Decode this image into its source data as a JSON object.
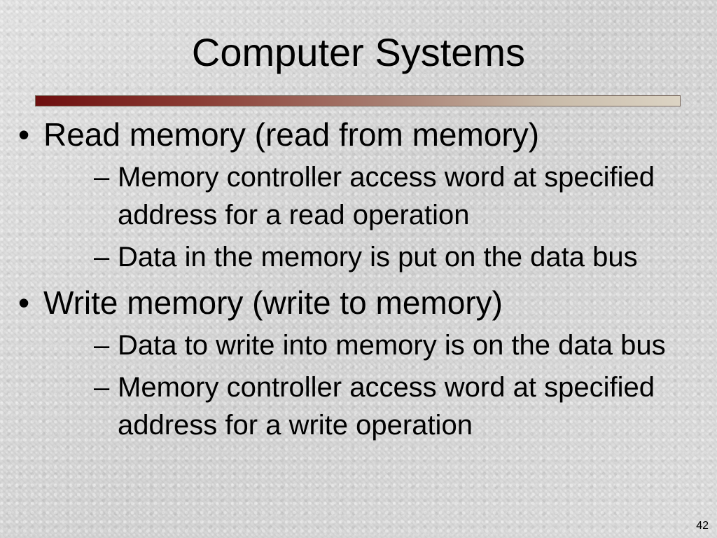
{
  "slide": {
    "title": "Computer Systems",
    "bullets": [
      {
        "marker": "•",
        "text": "Read memory (read from memory)",
        "subitems": [
          {
            "marker": "–",
            "text": "Memory controller access word at specified address for a read operation"
          },
          {
            "marker": "–",
            "text": "Data in the memory is put on the data bus"
          }
        ]
      },
      {
        "marker": "•",
        "text": "Write memory (write to memory)",
        "subitems": [
          {
            "marker": "–",
            "text": "Data to write into memory is on the data bus"
          },
          {
            "marker": "–",
            "text": "Memory controller access word at specified address for a write operation"
          }
        ]
      }
    ],
    "page_number": "42"
  },
  "colors": {
    "background": "#d9d9d9",
    "bar_start": "#6e0f0f",
    "bar_end": "#dcd4c4",
    "text": "#000000"
  }
}
